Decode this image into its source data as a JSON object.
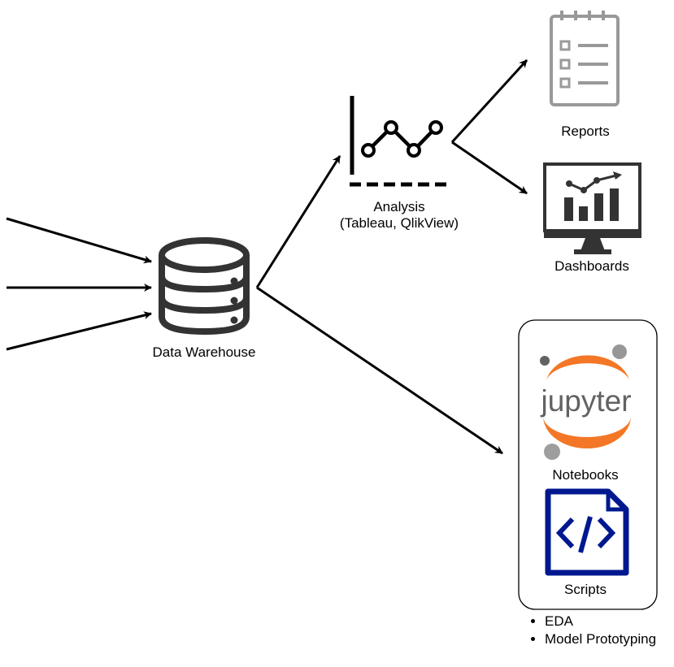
{
  "labels": {
    "data_warehouse": "Data Warehouse",
    "analysis": "Analysis",
    "analysis_tools": "(Tableau, QlikView)",
    "reports": "Reports",
    "dashboards": "Dashboards",
    "notebooks": "Notebooks",
    "scripts": "Scripts",
    "jupyter_logo_text": "jupyter"
  },
  "bullets": [
    "EDA",
    "Model Prototyping"
  ],
  "icons": {
    "database": "database-icon",
    "analysis": "line-chart-icon",
    "reports": "clipboard-checklist-icon",
    "dashboards": "monitor-chart-icon",
    "notebooks": "jupyter-logo-icon",
    "scripts": "code-file-icon"
  },
  "colors": {
    "line": "#000000",
    "icon_dark": "#333333",
    "reports_gray": "#999999",
    "jupyter_orange": "#F37726",
    "jupyter_gray": "#767677",
    "scripts_blue": "#00188F"
  }
}
